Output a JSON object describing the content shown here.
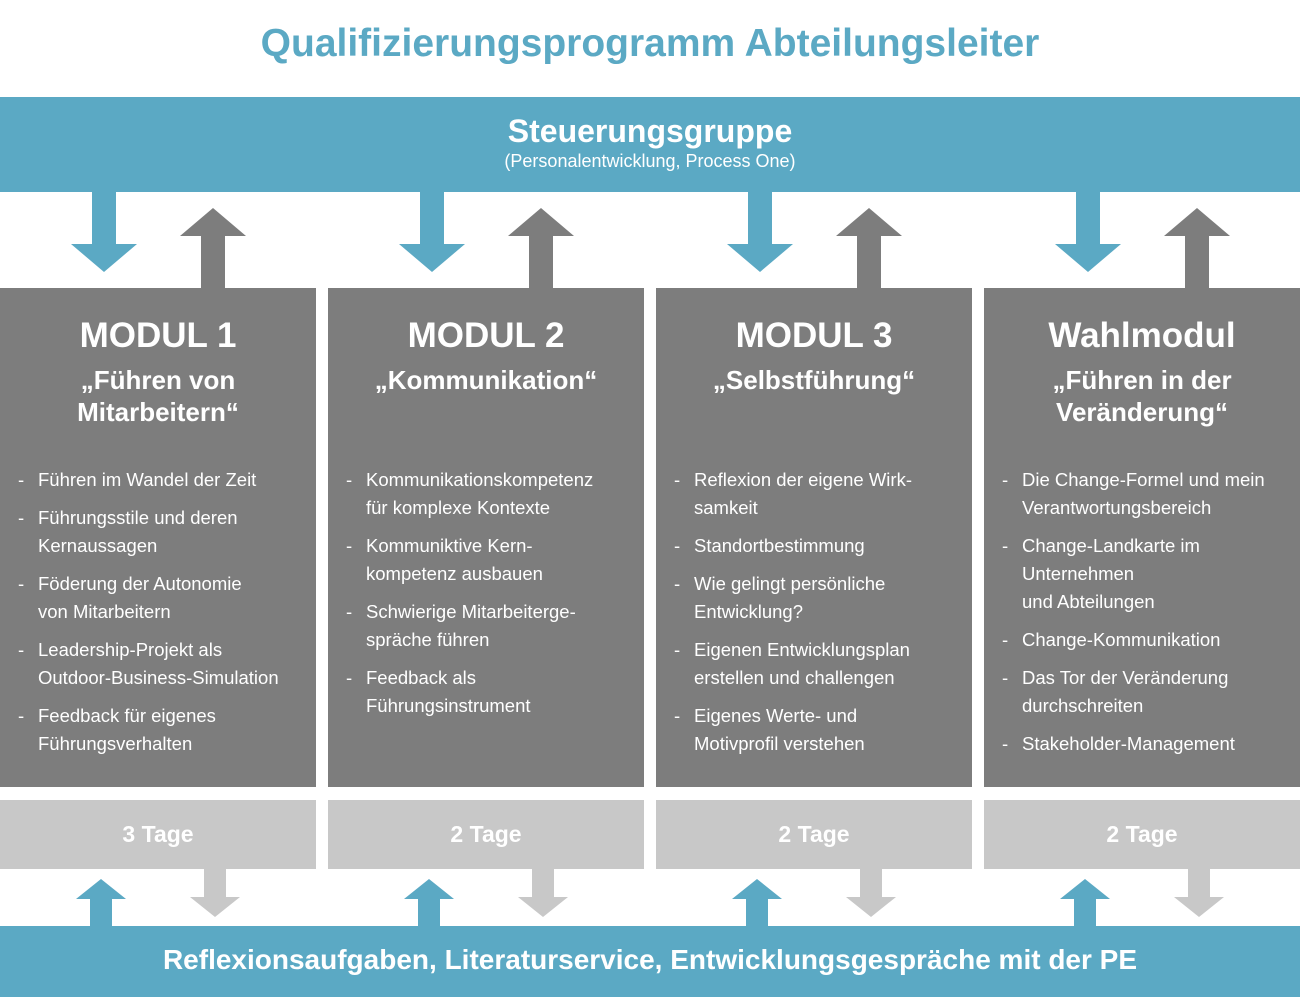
{
  "title": "Qualifizierungsprogramm Abteilungsleiter",
  "colors": {
    "accent": "#5ba9c4",
    "module_gray": "#7d7d7d",
    "days_gray": "#c8c8c8",
    "arrow_up_gray": "#7d7d7d",
    "arrow_down_light": "#c8c8c8"
  },
  "steering": {
    "heading": "Steuerungsgruppe",
    "subheading": "(Personalentwicklung, Process One)"
  },
  "modules": [
    {
      "name": "MODUL 1",
      "topic": "„Führen von\nMitarbeitern“",
      "items": [
        "Führen im Wandel der Zeit",
        "Führungsstile und deren\nKernaussagen",
        "Föderung der Autonomie\nvon Mitarbeitern",
        "Leadership-Projekt als\nOutdoor-Business-Simulation",
        "Feedback für eigenes\nFührungsverhalten"
      ],
      "days": "3 Tage"
    },
    {
      "name": "MODUL 2",
      "topic": "„Kommunikation“",
      "items": [
        "Kommunikationskompetenz\nfür komplexe Kontexte",
        "Kommuniktive Kern-\nkompetenz ausbauen",
        "Schwierige Mitarbeiterge-\nspräche führen",
        "Feedback als\nFührungsinstrument"
      ],
      "days": "2 Tage"
    },
    {
      "name": "MODUL 3",
      "topic": "„Selbstführung“",
      "items": [
        "Reflexion der eigene Wirk-\nsamkeit",
        "Standortbestimmung",
        "Wie gelingt persönliche\nEntwicklung?",
        "Eigenen Entwicklungsplan\nerstellen und challengen",
        "Eigenes Werte- und\nMotivprofil verstehen"
      ],
      "days": "2 Tage"
    },
    {
      "name": "Wahlmodul",
      "topic": "„Führen in der\nVeränderung“",
      "items": [
        "Die Change-Formel und mein\nVerantwortungsbereich",
        "Change-Landkarte im\nUnternehmen\nund Abteilungen",
        "Change-Kommunikation",
        "Das Tor der Veränderung\ndurchschreiten",
        "Stakeholder-Management"
      ],
      "days": "2 Tage"
    }
  ],
  "footer": "Reflexionsaufgaben, Literaturservice, Entwicklungsgespräche mit der PE"
}
